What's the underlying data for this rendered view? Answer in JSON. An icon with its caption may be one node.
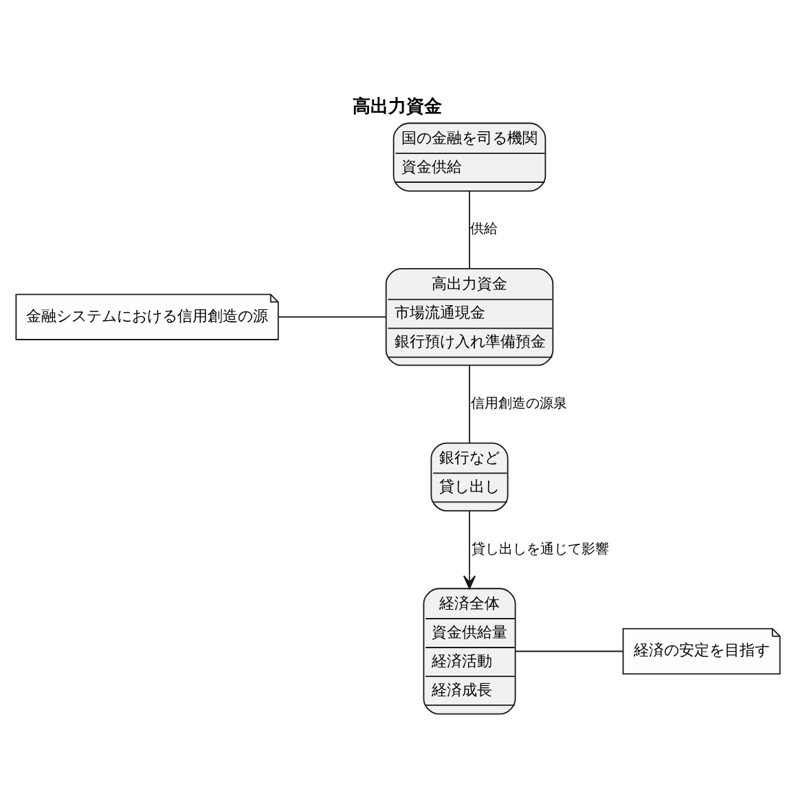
{
  "diagram": {
    "title": "高出力資金",
    "nodes": [
      {
        "text": [
          "国の金融を司る機関",
          "資金供給"
        ]
      },
      {
        "text": [
          "高出力資金",
          "市場流通現金",
          "銀行預け入れ準備預金"
        ]
      },
      {
        "text": [
          "銀行など",
          "貸し出し"
        ]
      },
      {
        "text": [
          "経済全体",
          "資金供給量",
          "経済活動",
          "経済成長"
        ]
      },
      {
        "text": [
          "金融システムにおける信用創造の源"
        ]
      },
      {
        "text": [
          "経済の安定を目指す"
        ]
      }
    ],
    "edges": [
      {
        "from": 0,
        "to": 1,
        "arrow": "none",
        "label": "供給"
      },
      {
        "from": 1,
        "to": 2,
        "arrow": "none",
        "label": "信用創造の源泉"
      },
      {
        "from": 2,
        "to": 3,
        "arrow": "to",
        "label": "貸し出しを通じて影響"
      },
      {
        "from": 4,
        "to": 1,
        "arrow": "none"
      },
      {
        "from": 3,
        "to": 5,
        "arrow": "none"
      }
    ]
  }
}
